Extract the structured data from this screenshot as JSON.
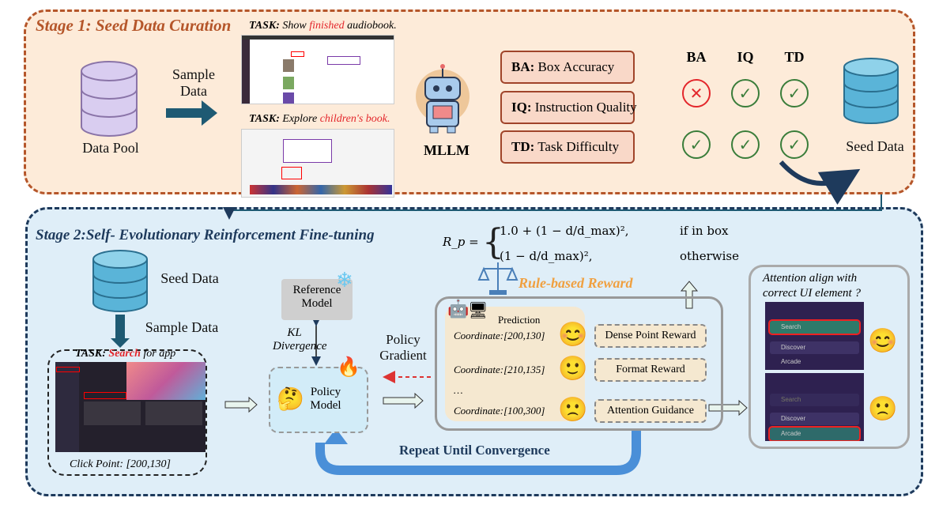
{
  "stage1": {
    "title": "Stage 1: Seed Data Curation",
    "data_pool": "Data Pool",
    "sample_data": [
      "Sample",
      "Data"
    ],
    "task1": {
      "prefix": "TASK:",
      "pre": "Show",
      "highlight": "finished",
      "post": "audiobook."
    },
    "task2": {
      "prefix": "TASK:",
      "pre": "Explore",
      "highlight": "children's book."
    },
    "mllm": "MLLM",
    "criteria": [
      {
        "abbr": "BA:",
        "label": "Box Accuracy"
      },
      {
        "abbr": "IQ:",
        "label": "Instruction Quality"
      },
      {
        "abbr": "TD:",
        "label": "Task Difficulty"
      }
    ],
    "columns": [
      "BA",
      "IQ",
      "TD"
    ],
    "results": [
      [
        "fail",
        "pass",
        "pass"
      ],
      [
        "pass",
        "pass",
        "pass"
      ]
    ],
    "seed_data": "Seed Data"
  },
  "stage2": {
    "title": "Stage 2:Self- Evolutionary Reinforcement Fine-tuning",
    "seed_data": "Seed Data",
    "sample_data": "Sample Data",
    "task": {
      "prefix": "TASK:",
      "highlight": "Search",
      "post": "for app"
    },
    "click_point": "Click Point: [200,130]",
    "reference_model": [
      "Reference",
      "Model"
    ],
    "kl": [
      "KL",
      "Divergence"
    ],
    "policy_model": [
      "Policy",
      "Model"
    ],
    "policy_gradient": [
      "Policy",
      "Gradient"
    ],
    "formula": {
      "lhs": "R_p =",
      "case1": "1.0 + (1 − d/d_max)², ",
      "cond1": "if in box",
      "case2": "(1 − d/d_max)²,",
      "cond2": "otherwise"
    },
    "rule_based_reward": "Rule-based Reward",
    "prediction": "Prediction",
    "coordinates": [
      {
        "text": "Coordinate:[200,130]",
        "emoji": "😊"
      },
      {
        "text": "Coordinate:[210,135]",
        "emoji": "🙂"
      },
      {
        "text": "…",
        "emoji": ""
      },
      {
        "text": "Coordinate:[100,300]",
        "emoji": "🙁"
      }
    ],
    "rewards": [
      "Dense Point Reward",
      "Format Reward",
      "Attention Guidance"
    ],
    "attention_question": [
      "Attention align with",
      "correct UI element ?"
    ],
    "ui_items": [
      "Search",
      "Discover",
      "Arcade"
    ],
    "good_emoji": "😊",
    "bad_emoji": "🙁",
    "repeat": "Repeat Until Convergence"
  },
  "colors": {
    "stage1": "#b5562a",
    "stage2": "#1e3a5c",
    "highlight": "#e3262b",
    "reward": "#f0a040",
    "pass": "#3a7d3a",
    "fail": "#e3262b",
    "loop": "#4a8fd8"
  }
}
